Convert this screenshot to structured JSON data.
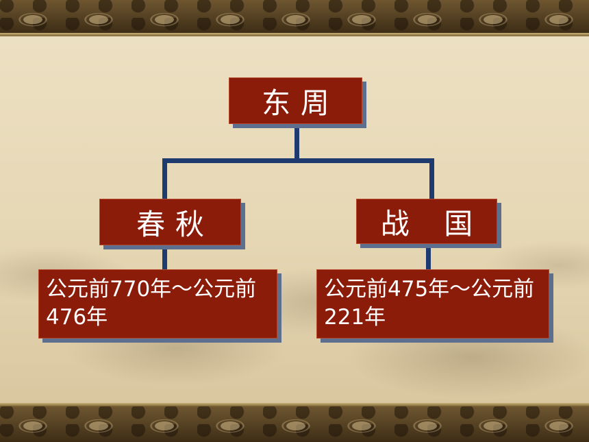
{
  "diagram": {
    "root": {
      "label": "东周"
    },
    "branches": [
      {
        "label": "春秋",
        "period": "公元前770年～公元前476年"
      },
      {
        "label": "战国",
        "period": "公元前475年～公元前221年"
      }
    ]
  },
  "colors": {
    "box_fill": "#8b1c0a",
    "box_shadow": "#5c6f8f",
    "connector": "#1f3a6e",
    "panel": "#e6d7b4"
  }
}
